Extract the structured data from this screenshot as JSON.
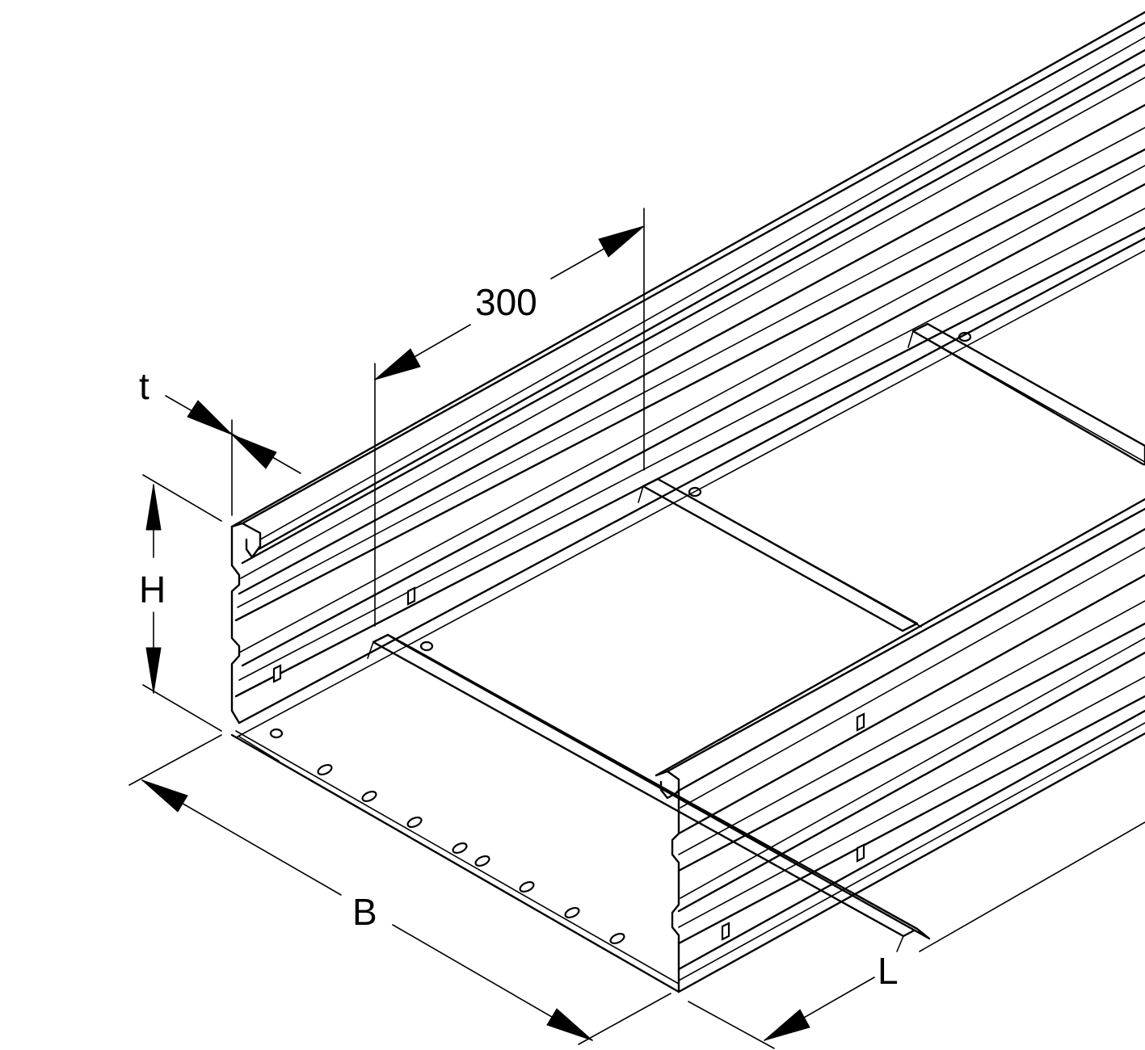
{
  "dimensions": {
    "spacing": "300",
    "thickness": "t",
    "height": "H",
    "width": "B",
    "length": "L"
  }
}
